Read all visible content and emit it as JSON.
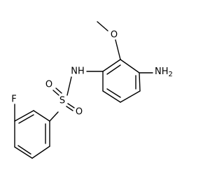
{
  "structure": {
    "atoms": {
      "fluorine": "F",
      "sulfur": "S",
      "sulfonyl_oxygen_upper": "O",
      "sulfonyl_oxygen_lower": "O",
      "amide_nitrogen": "NH",
      "methoxy_oxygen": "O",
      "amino_group": "NH",
      "amino_subscript": "2"
    }
  }
}
